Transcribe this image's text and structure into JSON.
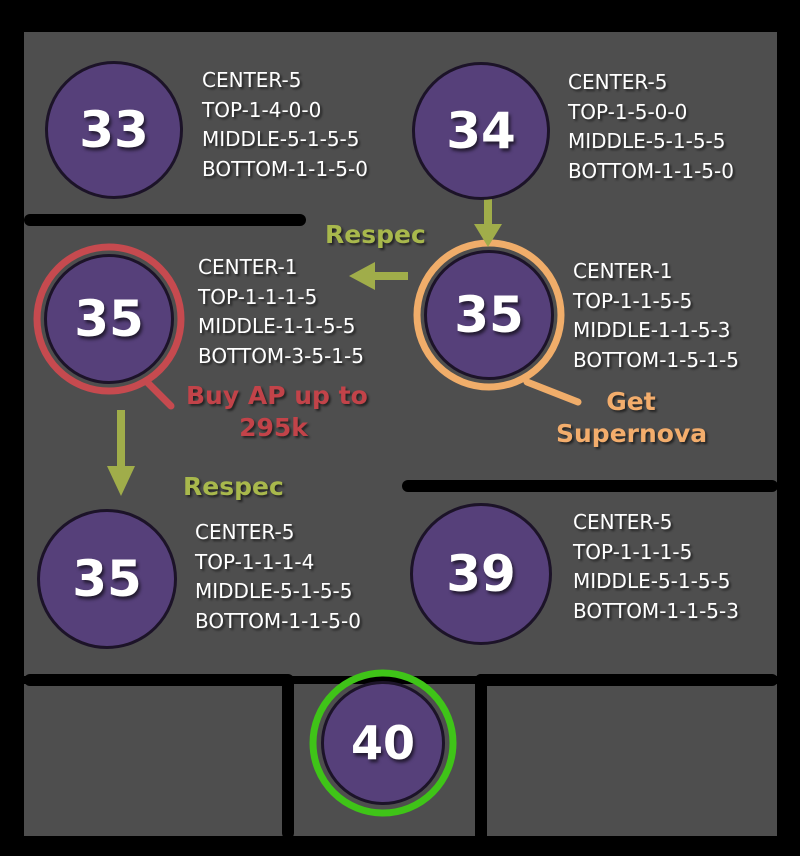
{
  "nodes": {
    "n33": {
      "level": "33",
      "build": [
        "CENTER-5",
        "TOP-1-4-0-0",
        "MIDDLE-5-1-5-5",
        "BOTTOM-1-1-5-0"
      ]
    },
    "n34": {
      "level": "34",
      "build": [
        "CENTER-5",
        "TOP-1-5-0-0",
        "MIDDLE-5-1-5-5",
        "BOTTOM-1-1-5-0"
      ]
    },
    "n35_buy": {
      "level": "35",
      "build": [
        "CENTER-1",
        "TOP-1-1-1-5",
        "MIDDLE-1-1-5-5",
        "BOTTOM-3-5-1-5"
      ]
    },
    "n35_get": {
      "level": "35",
      "build": [
        "CENTER-1",
        "TOP-1-1-5-5",
        "MIDDLE-1-1-5-3",
        "BOTTOM-1-5-1-5"
      ]
    },
    "n35_respec": {
      "level": "35",
      "build": [
        "CENTER-5",
        "TOP-1-1-1-4",
        "MIDDLE-5-1-5-5",
        "BOTTOM-1-1-5-0"
      ]
    },
    "n39": {
      "level": "39",
      "build": [
        "CENTER-5",
        "TOP-1-1-1-5",
        "MIDDLE-5-1-5-5",
        "BOTTOM-1-1-5-3"
      ]
    },
    "n40": {
      "level": "40"
    }
  },
  "notes": {
    "respec_top": "Respec",
    "respec_bottom": "Respec",
    "buy_ap_line1": "Buy AP up to",
    "buy_ap_line2": "295k",
    "get_line1": "Get",
    "get_line2": "Supernova"
  },
  "colors": {
    "background": "#4e4e4e",
    "node_fill": "#56407a",
    "arrow": "#a0ad4a",
    "respec_text": "#a8b84c",
    "buy_ring": "#c64a4f",
    "buy_text": "#c24349",
    "get_ring": "#f0ad6a",
    "get_text": "#f3ad6c",
    "final_ring": "#3fc418"
  }
}
